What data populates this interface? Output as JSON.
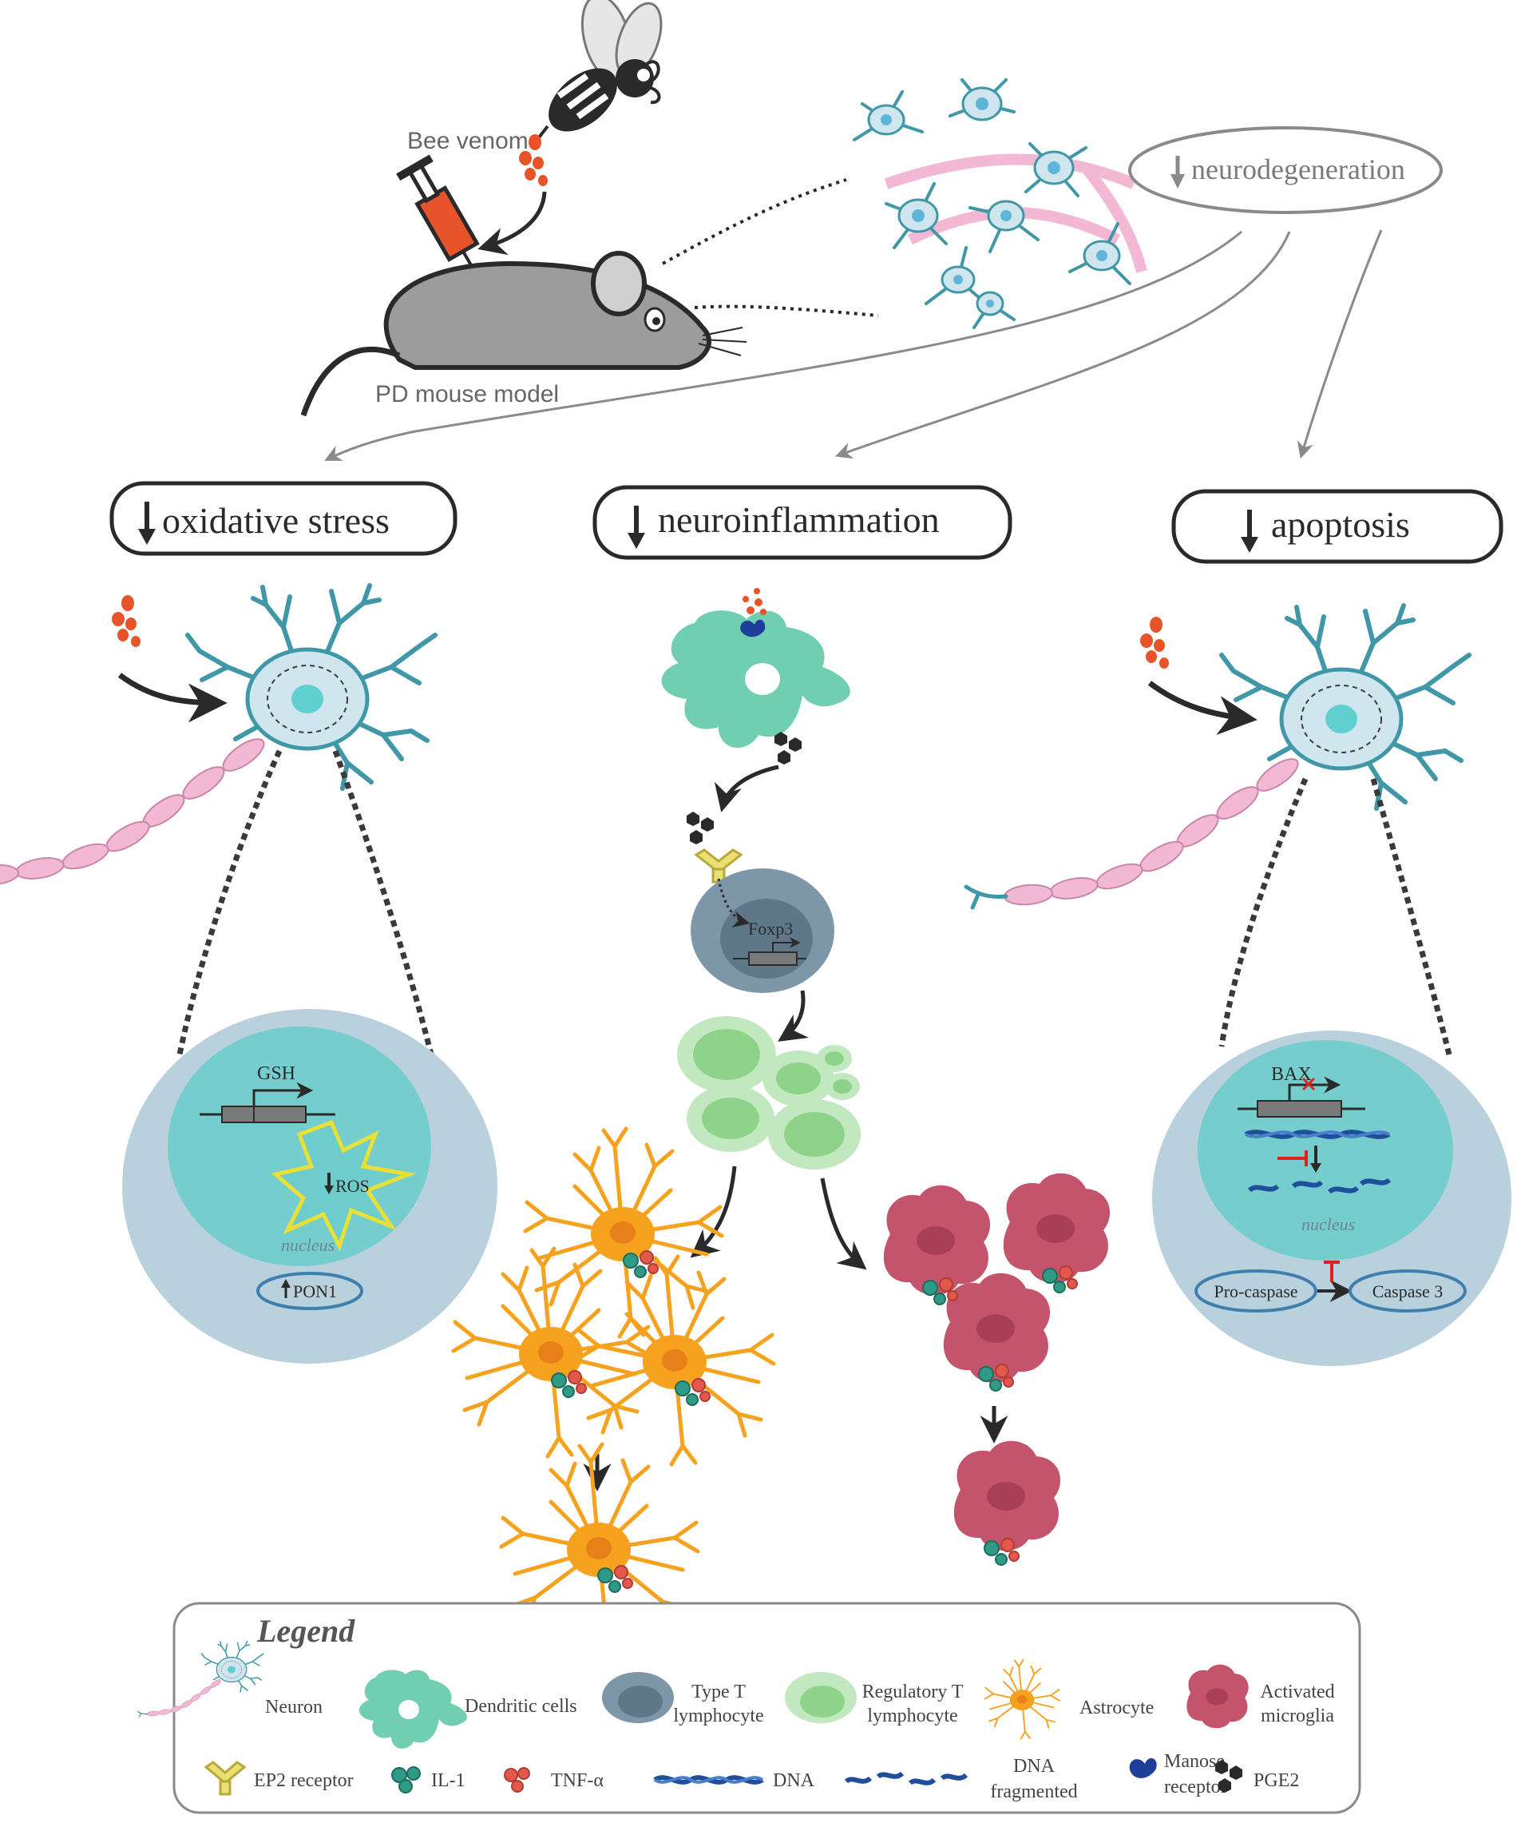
{
  "top": {
    "bee_venom_label": "Bee venom",
    "mouse_label": "PD mouse model",
    "neurodegeneration_label": "neurodegeneration"
  },
  "effects": {
    "oxidative_stress": "oxidative stress",
    "neuroinflammation": "neuroinflammation",
    "apoptosis": "apoptosis"
  },
  "oxidative_panel": {
    "gene_label": "GSH",
    "ros_label": "ROS",
    "nucleus_label": "nucleus",
    "protein_label": "PON1"
  },
  "inflammation_panel": {
    "gene_label": "Foxp3"
  },
  "apoptosis_panel": {
    "gene_label": "BAX",
    "nucleus_label": "nucleus",
    "procaspase_label": "Pro-caspase",
    "caspase_label": "Caspase 3"
  },
  "legend": {
    "title": "Legend",
    "neuron": "Neuron",
    "dendritic": "Dendritic cells",
    "type_t_line1": "Type T",
    "type_t_line2": "lymphocyte",
    "reg_t_line1": "Regulatory T",
    "reg_t_line2": "lymphocyte",
    "astrocyte": "Astrocyte",
    "microglia_line1": "Activated",
    "microglia_line2": "microglia",
    "ep2": "EP2 receptor",
    "il1": "IL-1",
    "tnf": "TNF-α",
    "dna": "DNA",
    "dna_frag_line1": "DNA",
    "dna_frag_line2": "fragmented",
    "manose_line1": "Manose",
    "manose_line2": "receptor",
    "pge2": "PGE2"
  },
  "colors": {
    "venom": "#e8542a",
    "neuron": "#3f97a8",
    "neuron_soma": "#cfe6ee",
    "nucleus": "#5fd0cf",
    "axon": "#f2b8d4",
    "dendritic": "#6fcfb0",
    "t_cell": "#7d97a8",
    "reg_t": "#a9dca0",
    "astrocyte": "#f6a21e",
    "microglia": "#c4546b",
    "cell_panel": "#b9d1dd",
    "panel_nucleus": "#6fcccc",
    "il1": "#2f9a86",
    "tnf": "#e4574c",
    "dna": "#1f4e9a",
    "receptor": "#e8e070",
    "manose": "#1f3e9a"
  }
}
